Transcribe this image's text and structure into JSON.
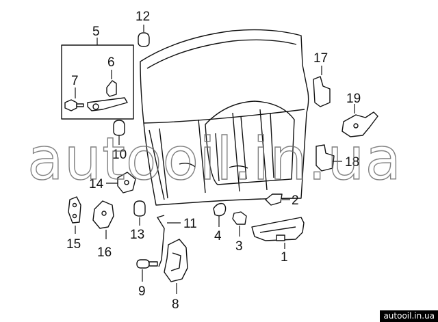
{
  "diagram": {
    "callouts": [
      {
        "id": "1",
        "label": "1"
      },
      {
        "id": "2",
        "label": "2"
      },
      {
        "id": "3",
        "label": "3"
      },
      {
        "id": "4",
        "label": "4"
      },
      {
        "id": "5",
        "label": "5"
      },
      {
        "id": "6",
        "label": "6"
      },
      {
        "id": "7",
        "label": "7"
      },
      {
        "id": "8",
        "label": "8"
      },
      {
        "id": "9",
        "label": "9"
      },
      {
        "id": "10",
        "label": "10"
      },
      {
        "id": "11",
        "label": "11"
      },
      {
        "id": "12",
        "label": "12"
      },
      {
        "id": "13",
        "label": "13"
      },
      {
        "id": "14",
        "label": "14"
      },
      {
        "id": "15",
        "label": "15"
      },
      {
        "id": "16",
        "label": "16"
      },
      {
        "id": "17",
        "label": "17"
      },
      {
        "id": "18",
        "label": "18"
      },
      {
        "id": "19",
        "label": "19"
      }
    ]
  },
  "watermark": {
    "text": "autooil.in.ua"
  },
  "footer": {
    "text": "autooil.in.ua"
  }
}
